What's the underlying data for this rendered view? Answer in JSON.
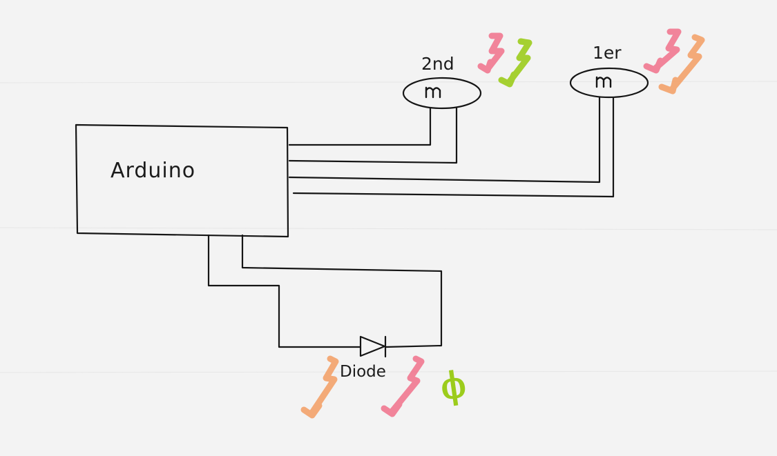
{
  "labels": {
    "arduino": "Arduino",
    "sensor_2nd": "2nd",
    "sensor_1er": "1er",
    "diode": "Diode",
    "null_symbol": "ϕ"
  },
  "colors": {
    "paper": "#f3f3f3",
    "ink": "#151515",
    "pink": "#f0708a",
    "green": "#9ccc1c",
    "orange": "#f3a26a"
  },
  "icons": {
    "sensor_glyph": "photoresistor-icon",
    "diode_glyph": "diode-icon",
    "light_arrow": "lightning-arrow-icon"
  }
}
